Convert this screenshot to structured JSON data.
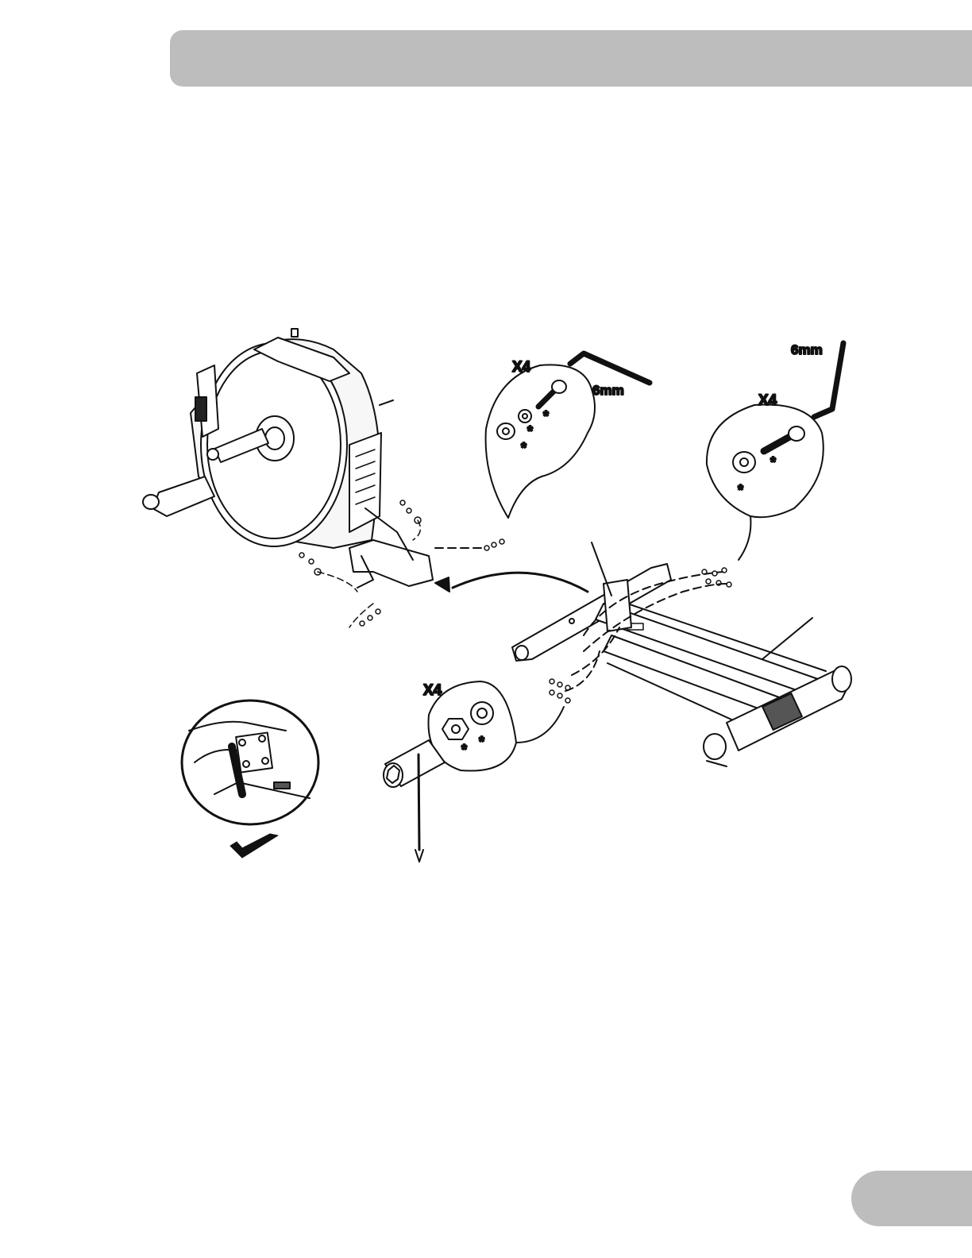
{
  "colors": {
    "band": "#bdbdbd",
    "line": "#111111",
    "paper": "#ffffff"
  },
  "callouts": {
    "top": {
      "qty": "X4",
      "tool": "6mm"
    },
    "right": {
      "qty": "X4",
      "tool": "6mm"
    },
    "bottom": {
      "qty": "X4"
    }
  },
  "star": "*",
  "icons": [
    "hex-key-icon",
    "socket-wrench-icon",
    "checkmark-icon"
  ]
}
